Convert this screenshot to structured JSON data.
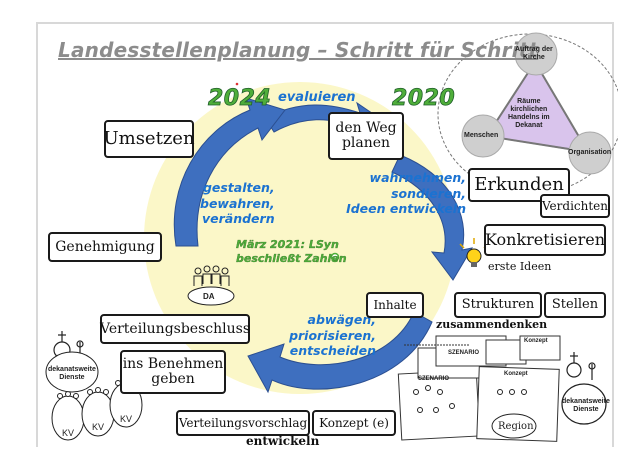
{
  "title": "Landesstellenplanung – Schritt für Schritt",
  "years": {
    "y2024": "2024",
    "y2020": "2020"
  },
  "cycle": {
    "evaluieren": "evaluieren",
    "gestalten": [
      "gestalten,",
      "bewahren,",
      "verändern"
    ],
    "wahrnehmen": [
      "wahrnehmen,",
      "sondieren,",
      "Ideen entwickeln"
    ],
    "abwaegen": [
      "abwägen,",
      "priorisieren,",
      "entscheiden"
    ]
  },
  "boxes": {
    "umsetzen": "Umsetzen",
    "weg_planen": [
      "den Weg",
      "planen"
    ],
    "erkunden": "Erkunden",
    "verdichten": "Verdichten",
    "konkretisieren": "Konkretisieren",
    "genehmigung": "Genehmigung",
    "inhalte": "Inhalte",
    "strukturen": "Strukturen",
    "stellen": "Stellen",
    "verteilungsbeschluss": "Verteilungsbeschluss",
    "benehmen": [
      "ins Benehmen",
      "geben"
    ],
    "verteilungsvorschlag": "Verteilungsvorschlag",
    "konzept": "Konzept (e)"
  },
  "labels": {
    "erste_ideen": "erste Ideen",
    "zusammendenken": "zusammendenken",
    "entwickeln": "entwickeln",
    "maerz": [
      "März 2021: LSyn",
      "beschließt Zahlen"
    ],
    "da": "DA",
    "kv1": "KV",
    "kv2": "KV",
    "kv3": "KV",
    "region": "Region",
    "szenario1": "SZENARIO",
    "szenario2": "SZENARIO",
    "konzept1": "Konzept",
    "konzept2": "Konzept",
    "dekanatsweite_left": [
      "dekanatsweite",
      "Dienste"
    ],
    "dekanatsweite_right": [
      "dekanatsweite",
      "Dienste"
    ]
  },
  "triangle": {
    "auftrag": [
      "Auftrag der",
      "Kirche"
    ],
    "menschen": "Menschen",
    "organisation": "Organisation",
    "center": [
      "Räume",
      "kirchlichen",
      "Handelns im",
      "Dekanat"
    ]
  },
  "colors": {
    "year_green": "#4fae3a",
    "arrow_blue": "#3e6fbf",
    "text_blue": "#1b72d1",
    "sun_yellow": "#fbf7c8",
    "triangle_purple": "#d9c4ec"
  }
}
